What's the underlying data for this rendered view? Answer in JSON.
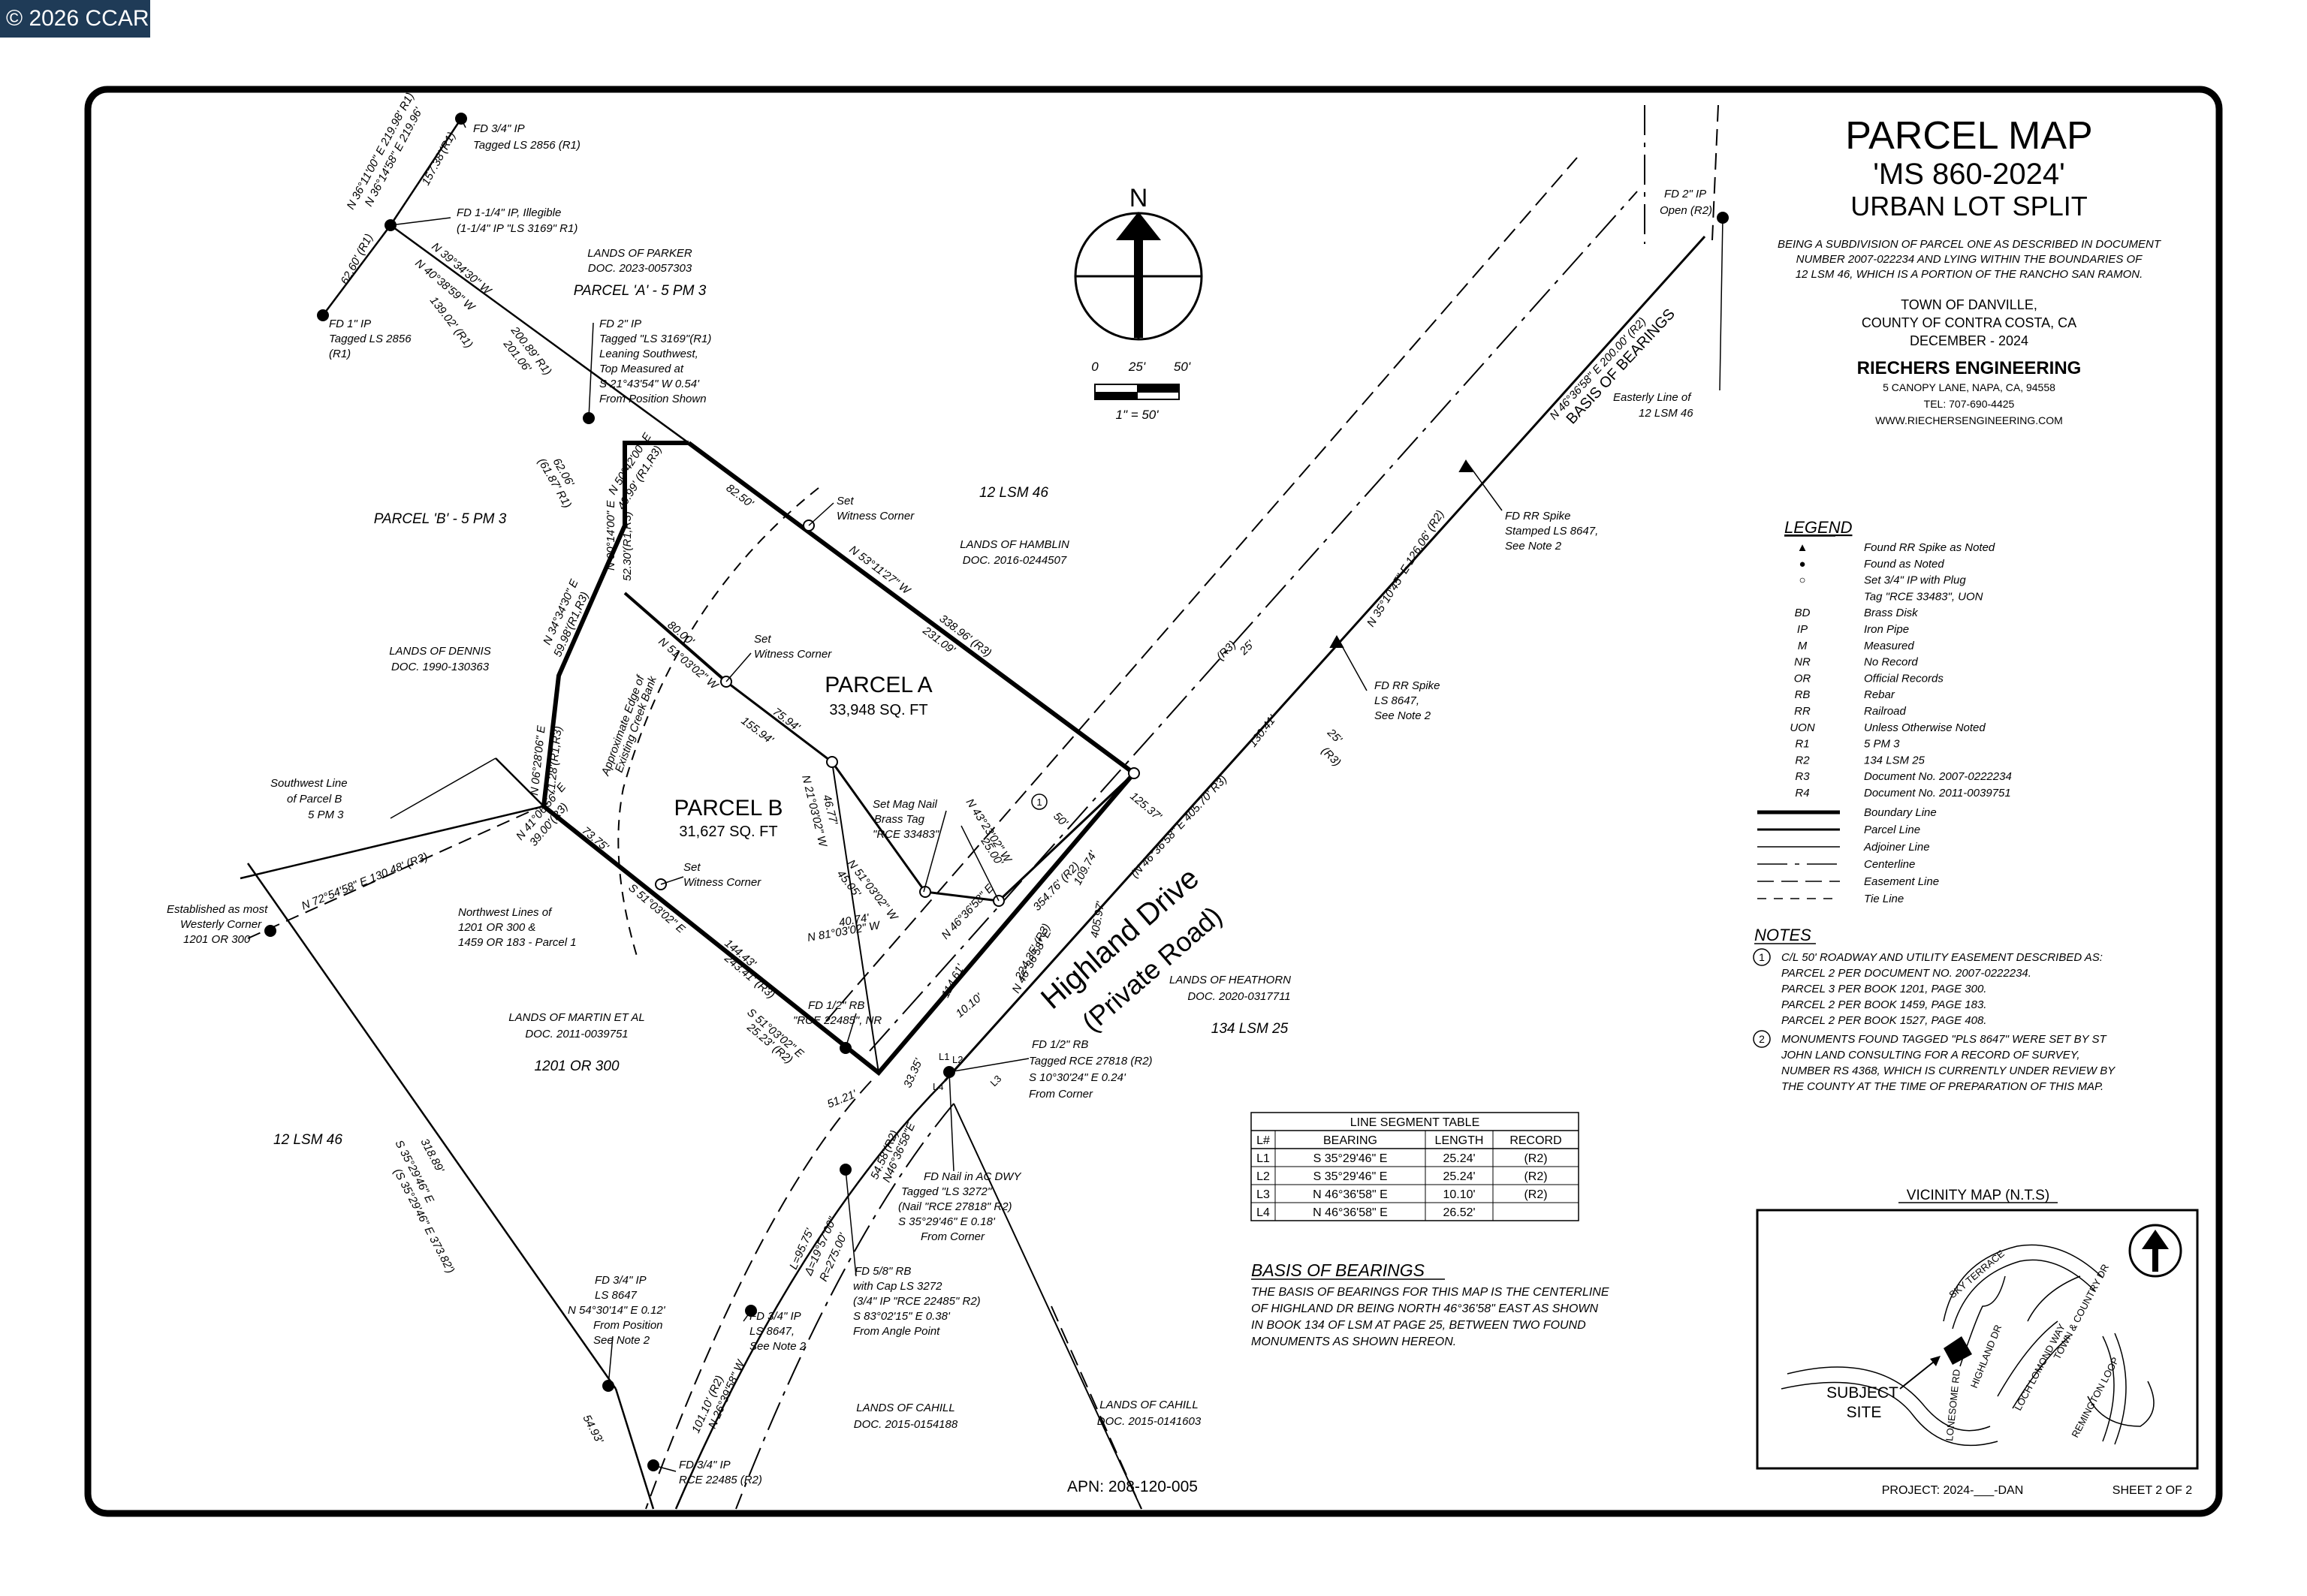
{
  "watermark": "© 2026 CCAR",
  "title_block": {
    "title": "PARCEL MAP",
    "number": "'MS 860-2024'",
    "subtitle": "URBAN LOT SPLIT",
    "desc1": "BEING A SUBDIVISION OF PARCEL ONE AS DESCRIBED IN DOCUMENT",
    "desc2": "NUMBER 2007-022234 AND LYING WITHIN THE BOUNDARIES OF",
    "desc3": "12 LSM 46,  WHICH IS A PORTION OF THE RANCHO SAN RAMON.",
    "town": "TOWN OF DANVILLE,",
    "county": "COUNTY OF CONTRA COSTA, CA",
    "date": "DECEMBER - 2024",
    "firm": "RIECHERS ENGINEERING",
    "address": "5 CANOPY LANE, NAPA, CA, 94558",
    "tel": "TEL: 707-690-4425",
    "web": "WWW.RIECHERSENGINEERING.COM"
  },
  "north_arrow": {
    "label": "N"
  },
  "scale_bar": {
    "t0": "0",
    "t1": "25'",
    "t2": "50'",
    "ratio": "1\" = 50'"
  },
  "parcels": {
    "a_label": "PARCEL A",
    "a_area": "33,948 SQ. FT",
    "b_label": "PARCEL B",
    "b_area": "31,627 SQ. FT"
  },
  "road": {
    "name": "Highland  Drive",
    "type": "(Private Road)"
  },
  "lands": [
    {
      "id": "parker1",
      "text": "LANDS OF PARKER"
    },
    {
      "id": "parker2",
      "text": "DOC. 2023-0057303"
    },
    {
      "id": "parcelA5",
      "text": "PARCEL 'A' - 5 PM 3"
    },
    {
      "id": "parcelB5",
      "text": "PARCEL 'B' - 5 PM 3"
    },
    {
      "id": "lsm46a",
      "text": "12 LSM 46"
    },
    {
      "id": "hamblin1",
      "text": "LANDS OF HAMBLIN"
    },
    {
      "id": "hamblin2",
      "text": "DOC. 2016-0244507"
    },
    {
      "id": "dennis1",
      "text": "LANDS OF DENNIS"
    },
    {
      "id": "dennis2",
      "text": "DOC. 1990-130363"
    },
    {
      "id": "heathorn1",
      "text": "LANDS OF HEATHORN"
    },
    {
      "id": "heathorn2",
      "text": "DOC. 2020-0317711"
    },
    {
      "id": "lsm25",
      "text": "134 LSM 25"
    },
    {
      "id": "martin1",
      "text": "LANDS OF MARTIN ET AL"
    },
    {
      "id": "martin2",
      "text": "DOC. 2011-0039751"
    },
    {
      "id": "or1201",
      "text": "1201 OR 300"
    },
    {
      "id": "lsm46b",
      "text": "12 LSM 46"
    },
    {
      "id": "cahill1a",
      "text": "LANDS OF CAHILL"
    },
    {
      "id": "cahill1b",
      "text": "DOC. 2015-0154188"
    },
    {
      "id": "cahill2a",
      "text": "LANDS OF CAHILL"
    },
    {
      "id": "cahill2b",
      "text": "DOC. 2015-0141603"
    }
  ],
  "callouts": [
    {
      "id": "c1",
      "text": "FD 3/4\" IP"
    },
    {
      "id": "c2",
      "text": "Tagged LS 2856 (R1)"
    },
    {
      "id": "c3",
      "text": "FD 1-1/4\" IP, Illegible"
    },
    {
      "id": "c4",
      "text": "(1-1/4\" IP \"LS 3169\" R1)"
    },
    {
      "id": "c5",
      "text": "FD 1\" IP"
    },
    {
      "id": "c6",
      "text": "Tagged LS 2856"
    },
    {
      "id": "c7",
      "text": "(R1)"
    },
    {
      "id": "c8",
      "text": "FD 2\" IP"
    },
    {
      "id": "c9",
      "text": "Tagged \"LS 3169\"(R1)"
    },
    {
      "id": "c10",
      "text": "Leaning Southwest,"
    },
    {
      "id": "c11",
      "text": "Top Measured at"
    },
    {
      "id": "c12",
      "text": "S 21°43'54\" W 0.54'"
    },
    {
      "id": "c13",
      "text": "From Position Shown"
    },
    {
      "id": "c14",
      "text": "FD 2\" IP"
    },
    {
      "id": "c15",
      "text": "Open (R2)"
    },
    {
      "id": "c16",
      "text": "Easterly Line of"
    },
    {
      "id": "c17",
      "text": "12 LSM 46"
    },
    {
      "id": "c18",
      "text": "FD RR Spike"
    },
    {
      "id": "c19",
      "text": "Stamped LS 8647,"
    },
    {
      "id": "c20",
      "text": "See Note 2"
    },
    {
      "id": "c21",
      "text": "Set"
    },
    {
      "id": "c22",
      "text": "Witness Corner"
    },
    {
      "id": "c23",
      "text": "Set"
    },
    {
      "id": "c24",
      "text": "Witness Corner"
    },
    {
      "id": "c25",
      "text": "FD RR Spike"
    },
    {
      "id": "c26",
      "text": "LS 8647,"
    },
    {
      "id": "c27",
      "text": "See Note 2"
    },
    {
      "id": "c28",
      "text": "Southwest Line"
    },
    {
      "id": "c29",
      "text": "of Parcel B"
    },
    {
      "id": "c30",
      "text": "5 PM 3"
    },
    {
      "id": "c31",
      "text": "Set Mag Nail"
    },
    {
      "id": "c32",
      "text": "Brass Tag"
    },
    {
      "id": "c33",
      "text": "\"RCE 33483\""
    },
    {
      "id": "c34",
      "text": "Established as most"
    },
    {
      "id": "c35",
      "text": "Westerly Corner"
    },
    {
      "id": "c36",
      "text": "1201 OR 300"
    },
    {
      "id": "c37",
      "text": "Northwest Lines of"
    },
    {
      "id": "c38",
      "text": "1201 OR 300 &"
    },
    {
      "id": "c39",
      "text": "1459 OR 183 - Parcel 1"
    },
    {
      "id": "c40",
      "text": "Set"
    },
    {
      "id": "c41",
      "text": "Witness Corner"
    },
    {
      "id": "c42",
      "text": "FD 1/2\" RB"
    },
    {
      "id": "c43",
      "text": "\"RCE 22485\", NR"
    },
    {
      "id": "c44",
      "text": "FD 1/2\" RB"
    },
    {
      "id": "c45",
      "text": "Tagged RCE 27818 (R2)"
    },
    {
      "id": "c46",
      "text": "S 10°30'24\" E 0.24'"
    },
    {
      "id": "c47",
      "text": "From Corner"
    },
    {
      "id": "c48",
      "text": "FD Nail in AC DWY"
    },
    {
      "id": "c49",
      "text": "Tagged \"LS 3272\""
    },
    {
      "id": "c50",
      "text": "(Nail \"RCE 27818\" R2)"
    },
    {
      "id": "c51",
      "text": "S 35°29'46\" E 0.18'"
    },
    {
      "id": "c52",
      "text": "From Corner"
    },
    {
      "id": "c53",
      "text": "FD 5/8\" RB"
    },
    {
      "id": "c54",
      "text": "with Cap LS 3272"
    },
    {
      "id": "c55",
      "text": "(3/4\" IP \"RCE 22485\" R2)"
    },
    {
      "id": "c56",
      "text": "S 83°02'15\" E 0.38'"
    },
    {
      "id": "c57",
      "text": "From Angle Point"
    },
    {
      "id": "c58",
      "text": "FD 3/4\" IP"
    },
    {
      "id": "c59",
      "text": "LS 8647"
    },
    {
      "id": "c60",
      "text": "N 54°30'14\" E 0.12'"
    },
    {
      "id": "c61",
      "text": "From Position"
    },
    {
      "id": "c62",
      "text": "See Note 2"
    },
    {
      "id": "c63",
      "text": "FD 3/4\" IP"
    },
    {
      "id": "c64",
      "text": "LS 8647,"
    },
    {
      "id": "c65",
      "text": "See Note 2"
    },
    {
      "id": "c66",
      "text": "FD 3/4\" IP"
    },
    {
      "id": "c67",
      "text": "RCE 22485 (R2)"
    },
    {
      "id": "c68",
      "text": "(R3)"
    },
    {
      "id": "c69",
      "text": "25'"
    },
    {
      "id": "c70",
      "text": "25'"
    },
    {
      "id": "c71",
      "text": "(R3)"
    },
    {
      "id": "c72",
      "text": "1"
    },
    {
      "id": "c73",
      "text": "50'"
    },
    {
      "id": "c74",
      "text": "L1"
    },
    {
      "id": "c75",
      "text": "L2"
    },
    {
      "id": "c76",
      "text": "L3"
    },
    {
      "id": "c77",
      "text": "L4"
    }
  ],
  "bearings": [
    {
      "id": "b1",
      "text": "N 36°11'00\" E 219.98' R1)"
    },
    {
      "id": "b2",
      "text": "N 36°14'58\" E 219.96'"
    },
    {
      "id": "b3",
      "text": "157.38'(R1)"
    },
    {
      "id": "b4",
      "text": "62.60' (R1)"
    },
    {
      "id": "b5",
      "text": "N 39°34'30\" W"
    },
    {
      "id": "b6",
      "text": "N 40°38'59\" W"
    },
    {
      "id": "b7",
      "text": "139.02' (R1)"
    },
    {
      "id": "b8",
      "text": "200.89' R1)"
    },
    {
      "id": "b9",
      "text": "201.06'"
    },
    {
      "id": "b10",
      "text": "62.06'"
    },
    {
      "id": "b11",
      "text": "(61.87' R1)"
    },
    {
      "id": "b12",
      "text": "N 50°42'00\" E"
    },
    {
      "id": "b13",
      "text": "49.99' (R1,R3)"
    },
    {
      "id": "b14",
      "text": "82.50'"
    },
    {
      "id": "b15",
      "text": "N 53°11'27\" W"
    },
    {
      "id": "b16",
      "text": "338.96' (R3)"
    },
    {
      "id": "b17",
      "text": "231.09'"
    },
    {
      "id": "b18",
      "text": "N 00°14'00\" E"
    },
    {
      "id": "b19",
      "text": "52.30'(R1,R3)"
    },
    {
      "id": "b20",
      "text": "N 34°34'30\" E"
    },
    {
      "id": "b21",
      "text": "59.98'(R1,R3)"
    },
    {
      "id": "b22",
      "text": "80.00'"
    },
    {
      "id": "b23",
      "text": "N 51°03'02\" W"
    },
    {
      "id": "b24",
      "text": "75.94'"
    },
    {
      "id": "b25",
      "text": "155.94'"
    },
    {
      "id": "b26",
      "text": "N 06°28'06\" E"
    },
    {
      "id": "b27",
      "text": "71.28'(R1,R3)"
    },
    {
      "id": "b28",
      "text": "Approximate Edge of"
    },
    {
      "id": "b29",
      "text": "Existing Creek Bank"
    },
    {
      "id": "b30",
      "text": "N 41°06'56\" E"
    },
    {
      "id": "b31",
      "text": "39.00'(R3)"
    },
    {
      "id": "b32",
      "text": "73.75'"
    },
    {
      "id": "b33",
      "text": "N 72°54'58\" E    130.48' (R3)"
    },
    {
      "id": "b34",
      "text": "46.77'"
    },
    {
      "id": "b35",
      "text": "N 21°03'02\" W"
    },
    {
      "id": "b36",
      "text": "N 43°23'02\" W"
    },
    {
      "id": "b37",
      "text": "25.00'"
    },
    {
      "id": "b38",
      "text": "45.05'"
    },
    {
      "id": "b39",
      "text": "N 51°03'02\" W"
    },
    {
      "id": "b40",
      "text": "40.74'"
    },
    {
      "id": "b41",
      "text": "N 81°03'02\" W"
    },
    {
      "id": "b42",
      "text": "125.37'"
    },
    {
      "id": "b43",
      "text": "354.76' (R2)"
    },
    {
      "id": "b44",
      "text": "109.74'"
    },
    {
      "id": "b45",
      "text": "405.97'"
    },
    {
      "id": "b46",
      "text": "(N 46°36'58\" E    405.70' R3)"
    },
    {
      "id": "b47",
      "text": "N 46°36'58\" E"
    },
    {
      "id": "b48",
      "text": "114.61'"
    },
    {
      "id": "b49",
      "text": "224.35' (R3)"
    },
    {
      "id": "b50",
      "text": "N 46°36'58\" E"
    },
    {
      "id": "b51",
      "text": "S 51°03'02\" E"
    },
    {
      "id": "b52",
      "text": "144.43'"
    },
    {
      "id": "b53",
      "text": "243.41' (R3)"
    },
    {
      "id": "b54",
      "text": "S 51°03'02\" E"
    },
    {
      "id": "b55",
      "text": "25.23' (R2)"
    },
    {
      "id": "b56",
      "text": "51.21'"
    },
    {
      "id": "b57",
      "text": "33.35'"
    },
    {
      "id": "b58",
      "text": "10.10'"
    },
    {
      "id": "b59",
      "text": "54.58'(R2)"
    },
    {
      "id": "b60",
      "text": "N46°36'58\"E"
    },
    {
      "id": "b61",
      "text": "L=95.75'"
    },
    {
      "id": "b62",
      "text": "Δ=19°57'00\""
    },
    {
      "id": "b63",
      "text": "R=275.00'"
    },
    {
      "id": "b64",
      "text": "S 35°29'46\" E"
    },
    {
      "id": "b65",
      "text": "318.89'"
    },
    {
      "id": "b66",
      "text": "(S 35°29'46\" E    373.82')"
    },
    {
      "id": "b67",
      "text": "54.93'"
    },
    {
      "id": "b68",
      "text": "101.10' (R2)"
    },
    {
      "id": "b69",
      "text": "N 26°39'58\" W"
    },
    {
      "id": "b70",
      "text": "N 46°36'58\" E    200.00' (R2)"
    },
    {
      "id": "b71",
      "text": "BASIS OF BEARINGS"
    },
    {
      "id": "b72",
      "text": "N 35°10'45\" E    126.06' (R2)"
    },
    {
      "id": "b73",
      "text": "130.41'"
    }
  ],
  "legend": {
    "heading": "LEGEND",
    "symbols": [
      {
        "symbol": "▲",
        "desc": "Found RR Spike as Noted"
      },
      {
        "symbol": "●",
        "desc": "Found as Noted"
      },
      {
        "symbol": "○",
        "desc": "Set 3/4\" IP with Plug"
      },
      {
        "symbol": "",
        "desc": "Tag \"RCE 33483\", UON"
      },
      {
        "symbol": "BD",
        "desc": "Brass Disk"
      },
      {
        "symbol": "IP",
        "desc": "Iron Pipe"
      },
      {
        "symbol": "M",
        "desc": "Measured"
      },
      {
        "symbol": "NR",
        "desc": "No Record"
      },
      {
        "symbol": "OR",
        "desc": "Official Records"
      },
      {
        "symbol": "RB",
        "desc": "Rebar"
      },
      {
        "symbol": "RR",
        "desc": "Railroad"
      },
      {
        "symbol": "UON",
        "desc": "Unless Otherwise Noted"
      },
      {
        "symbol": "R1",
        "desc": "5 PM 3"
      },
      {
        "symbol": "R2",
        "desc": "134 LSM 25"
      },
      {
        "symbol": "R3",
        "desc": "Document No. 2007-0222234"
      },
      {
        "symbol": "R4",
        "desc": "Document No. 2011-0039751"
      }
    ],
    "lines": [
      {
        "desc": "Boundary Line"
      },
      {
        "desc": "Parcel Line"
      },
      {
        "desc": "Adjoiner Line"
      },
      {
        "desc": "Centerline"
      },
      {
        "desc": "Easement Line"
      },
      {
        "desc": "Tie Line"
      }
    ]
  },
  "notes": {
    "heading": "NOTES",
    "n1_num": "1",
    "n1": [
      "C/L 50' ROADWAY AND UTILITY EASEMENT DESCRIBED AS:",
      "PARCEL 2 PER DOCUMENT NO. 2007-0222234.",
      "PARCEL 3 PER BOOK 1201, PAGE 300.",
      "PARCEL 2 PER BOOK 1459, PAGE 183.",
      "PARCEL 2 PER BOOK 1527, PAGE 408."
    ],
    "n2_num": "2",
    "n2": [
      "MONUMENTS FOUND TAGGED \"PLS 8647\" WERE SET BY ST",
      "JOHN LAND CONSULTING FOR A RECORD OF SURVEY,",
      "NUMBER RS 4368, WHICH IS CURRENTLY UNDER REVIEW BY",
      "THE COUNTY AT THE TIME OF PREPARATION OF THIS MAP."
    ]
  },
  "line_table": {
    "title": "LINE SEGMENT TABLE",
    "headers": [
      "L#",
      "BEARING",
      "LENGTH",
      "RECORD"
    ],
    "rows": [
      [
        "L1",
        "S 35°29'46\" E",
        "25.24'",
        "(R2)"
      ],
      [
        "L2",
        "S 35°29'46\" E",
        "25.24'",
        "(R2)"
      ],
      [
        "L3",
        "N 46°36'58\" E",
        "10.10'",
        "(R2)"
      ],
      [
        "L4",
        "N 46°36'58\" E",
        "26.52'",
        ""
      ]
    ]
  },
  "basis": {
    "heading": "BASIS OF BEARINGS",
    "lines": [
      "THE BASIS OF BEARINGS FOR THIS MAP IS THE CENTERLINE",
      "OF HIGHLAND DR BEING NORTH 46°36'58\" EAST AS SHOWN",
      "IN BOOK 134 OF LSM AT PAGE 25, BETWEEN TWO FOUND",
      "MONUMENTS AS SHOWN HEREON."
    ]
  },
  "vicinity": {
    "title": "VICINITY MAP (N.T.S)",
    "subject1": "SUBJECT",
    "subject2": "SITE",
    "streets": [
      "SKY TERRACE",
      "HIGHLAND DR",
      "LOCH LOMOND WAY",
      "TOWN & COUNTRY DR",
      "LONESOME RD",
      "REMINGTON LOOP"
    ]
  },
  "apn": "APN:  208-120-005",
  "project": "PROJECT: 2024-___-DAN",
  "sheet": "SHEET 2 OF 2"
}
